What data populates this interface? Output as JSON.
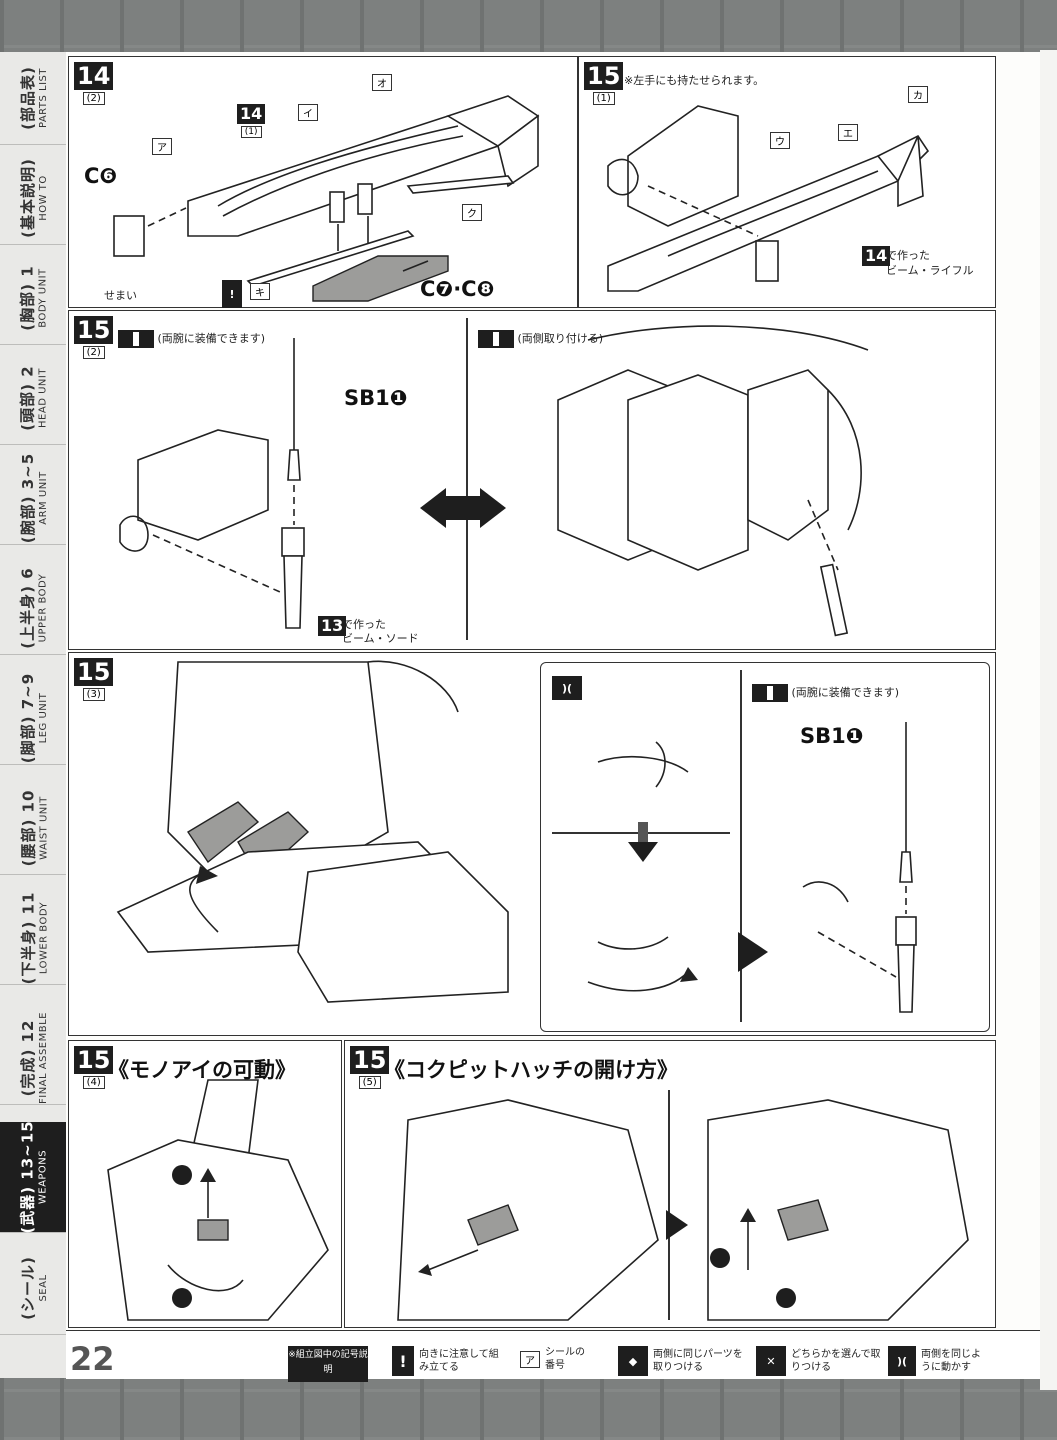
{
  "sidebar": {
    "tabs": [
      {
        "jp": "(部品表)",
        "en": "PARTS LIST"
      },
      {
        "jp": "(基本説明)",
        "en": "HOW TO"
      },
      {
        "jp": "(胸部) 1",
        "en": "BODY UNIT"
      },
      {
        "jp": "(頭部) 2",
        "en": "HEAD UNIT"
      },
      {
        "jp": "(腕部) 3~5",
        "en": "ARM UNIT"
      },
      {
        "jp": "(上半身) 6",
        "en": "UPPER BODY"
      },
      {
        "jp": "(脚部) 7~9",
        "en": "LEG UNIT"
      },
      {
        "jp": "(腰部) 10",
        "en": "WAIST UNIT"
      },
      {
        "jp": "(下半身) 11",
        "en": "LOWER BODY"
      },
      {
        "jp": "(完成) 12",
        "en": "FINAL ASSEMBLE"
      },
      {
        "jp": "(武器) 13~15",
        "en": "WEAPONS"
      },
      {
        "jp": "(シール)",
        "en": "SEAL"
      }
    ]
  },
  "steps": {
    "s14_2": {
      "num": "14",
      "sub": "(2)",
      "ref_num": "14",
      "ref_sub": "(1)",
      "part_c6": "C❻",
      "part_c7c8": "C❼·C❽",
      "narrow": "せまい",
      "seals": [
        "ア",
        "イ",
        "オ",
        "キ",
        "ク"
      ]
    },
    "s15_1": {
      "num": "15",
      "sub": "(1)",
      "note": "※左手にも持たせられます。",
      "made_num": "14",
      "made_text_1": "で作った",
      "made_text_2": "ビーム・ライフル",
      "seals": [
        "ウ",
        "エ",
        "カ"
      ]
    },
    "s15_2": {
      "num": "15",
      "sub": "(2)",
      "note_left": "(両腕に装備できます)",
      "note_right": "(両側取り付ける)",
      "part": "SB1❶",
      "made_num": "13",
      "made_text_1": "で作った",
      "made_text_2": "ビーム・ソード"
    },
    "s15_3": {
      "num": "15",
      "sub": "(3)",
      "note": "(両腕に装備できます)",
      "part": "SB1❶"
    },
    "s15_4": {
      "num": "15",
      "sub": "(4)",
      "title": "《モノアイの可動》"
    },
    "s15_5": {
      "num": "15",
      "sub": "(5)",
      "title": "《コクピットハッチの開け方》"
    }
  },
  "footer": {
    "page": "22",
    "legend_head": "※組立図中の記号説明",
    "legend": [
      {
        "icon": "!",
        "text": "向きに注意して組み立てる"
      },
      {
        "icon": "ア",
        "text": "シールの番号"
      },
      {
        "icon": "◆",
        "text": "両側に同じパーツを取りつける"
      },
      {
        "icon": "✕",
        "text": "どちらかを選んで取りつける"
      },
      {
        "icon": ")(",
        "text": "両側を同じように動かす"
      }
    ]
  }
}
